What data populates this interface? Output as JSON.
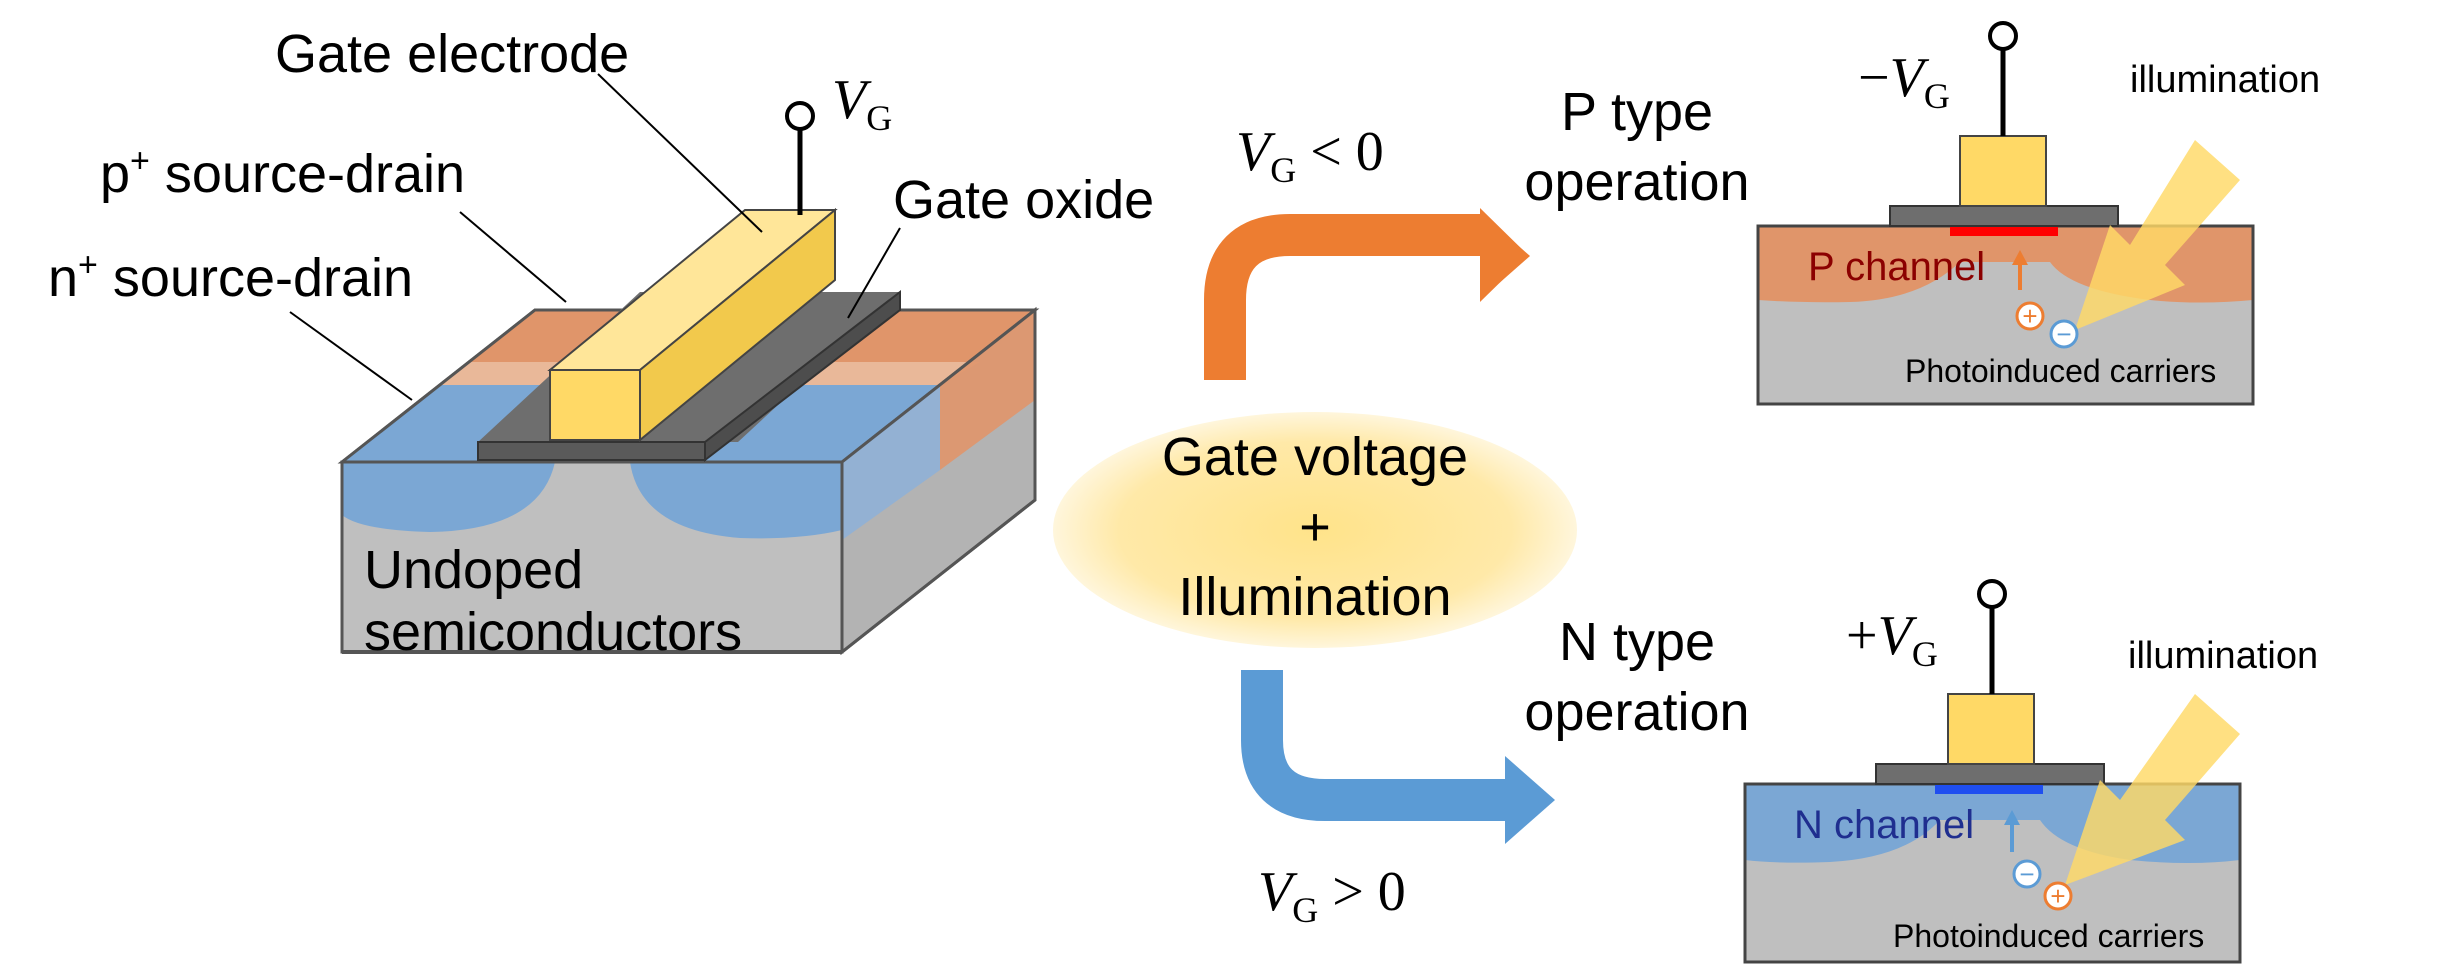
{
  "device": {
    "gate_electrode_label": "Gate electrode",
    "p_source_drain_base": "p",
    "p_source_drain_sup": "+",
    "p_source_drain_rest": " source-drain",
    "n_source_drain_base": "n",
    "n_source_drain_sup": "+",
    "n_source_drain_rest": " source-drain",
    "gate_oxide_label": "Gate oxide",
    "substrate_label_line1": "Undoped",
    "substrate_label_line2": "semiconductors",
    "vg_symbol": "V",
    "vg_subscript": "G"
  },
  "center": {
    "line1": "Gate voltage",
    "line2": "+",
    "line3": "Illumination",
    "cond_negative": "< 0",
    "cond_positive": "> 0"
  },
  "p_type": {
    "title_line1": "P type",
    "title_line2": "operation",
    "vg_prefix": "−",
    "illumination_label": "illumination",
    "channel_label": "P channel",
    "carriers_label": "Photoinduced carriers",
    "hole_symbol": "+",
    "electron_symbol": "−"
  },
  "n_type": {
    "title_line1": "N type",
    "title_line2": "operation",
    "vg_prefix": "+",
    "illumination_label": "illumination",
    "channel_label": "N channel",
    "carriers_label": "Photoinduced carriers",
    "hole_symbol": "+",
    "electron_symbol": "−"
  },
  "colors": {
    "gate_yellow": "#FFD966",
    "oxide_gray": "#6E6E6E",
    "substrate_gray": "#BFBFBF",
    "p_region_orange": "#E0956A",
    "n_region_blue": "#7BA7D4",
    "arrow_orange": "#ED7D31",
    "arrow_blue": "#5B9BD5",
    "p_channel_red": "#FF0000",
    "n_channel_blue": "#1F4EF0",
    "p_channel_text": "#8B0000",
    "n_channel_text": "#1F2E8F",
    "center_ellipse": "#FFE699"
  }
}
